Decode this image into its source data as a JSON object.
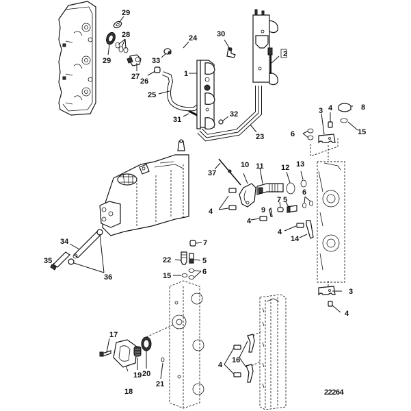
{
  "diagram": {
    "figure_number": "22264",
    "description": "Exploded parts diagram: cylinder head cover, fuel rails, fuel lines, fuel injector, cooling cover plates and fittings",
    "callouts": [
      {
        "id": "c29a",
        "label": "29"
      },
      {
        "id": "c28",
        "label": "28"
      },
      {
        "id": "c29b",
        "label": "29"
      },
      {
        "id": "c27",
        "label": "27"
      },
      {
        "id": "c33",
        "label": "33"
      },
      {
        "id": "c26",
        "label": "26"
      },
      {
        "id": "c25",
        "label": "25"
      },
      {
        "id": "c24",
        "label": "24"
      },
      {
        "id": "c1",
        "label": "1"
      },
      {
        "id": "c31",
        "label": "31"
      },
      {
        "id": "c30",
        "label": "30"
      },
      {
        "id": "c2",
        "label": "2"
      },
      {
        "id": "c32",
        "label": "32"
      },
      {
        "id": "c23",
        "label": "23"
      },
      {
        "id": "c3a",
        "label": "3"
      },
      {
        "id": "c4a",
        "label": "4"
      },
      {
        "id": "c8",
        "label": "8"
      },
      {
        "id": "c6a",
        "label": "6"
      },
      {
        "id": "c15a",
        "label": "15"
      },
      {
        "id": "c37",
        "label": "37"
      },
      {
        "id": "c10",
        "label": "10"
      },
      {
        "id": "c11",
        "label": "11"
      },
      {
        "id": "c12",
        "label": "12"
      },
      {
        "id": "c13",
        "label": "13"
      },
      {
        "id": "c6b",
        "label": "6"
      },
      {
        "id": "c4b",
        "label": "4"
      },
      {
        "id": "c9",
        "label": "9"
      },
      {
        "id": "c7a",
        "label": "7"
      },
      {
        "id": "c5a",
        "label": "5"
      },
      {
        "id": "c4c",
        "label": "4"
      },
      {
        "id": "c4d",
        "label": "4"
      },
      {
        "id": "c14",
        "label": "14"
      },
      {
        "id": "c34",
        "label": "34"
      },
      {
        "id": "c35",
        "label": "35"
      },
      {
        "id": "c36",
        "label": "36"
      },
      {
        "id": "c7b",
        "label": "7"
      },
      {
        "id": "c22",
        "label": "22"
      },
      {
        "id": "c5b",
        "label": "5"
      },
      {
        "id": "c15b",
        "label": "15"
      },
      {
        "id": "c6c",
        "label": "6"
      },
      {
        "id": "c3b",
        "label": "3"
      },
      {
        "id": "c4e",
        "label": "4"
      },
      {
        "id": "c17",
        "label": "17"
      },
      {
        "id": "c19",
        "label": "19"
      },
      {
        "id": "c20",
        "label": "20"
      },
      {
        "id": "c18",
        "label": "18"
      },
      {
        "id": "c21",
        "label": "21"
      },
      {
        "id": "c16",
        "label": "16"
      },
      {
        "id": "c4f",
        "label": "4"
      }
    ]
  }
}
